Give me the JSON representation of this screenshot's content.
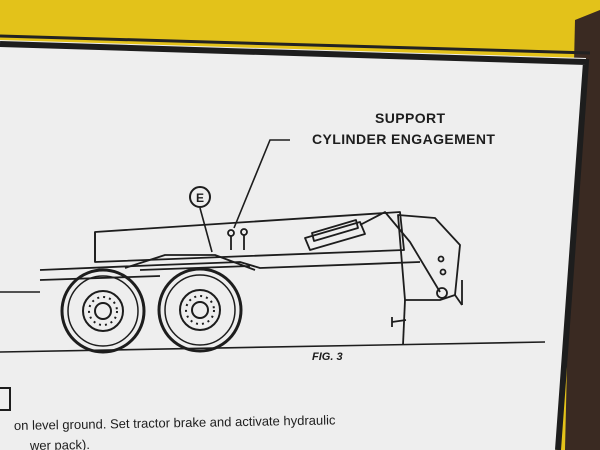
{
  "diagram": {
    "callout_line1": "SUPPORT",
    "callout_line2": "CYLINDER ENGAGEMENT",
    "marker_label": "E",
    "figure_caption": "FIG. 3"
  },
  "instructions": {
    "line1": "on level ground. Set tractor brake and activate hydraulic",
    "line2": "wer pack)."
  },
  "colors": {
    "frame": "#e3c21a",
    "sheet": "#eeeeee",
    "ink": "#1d1d1d"
  }
}
